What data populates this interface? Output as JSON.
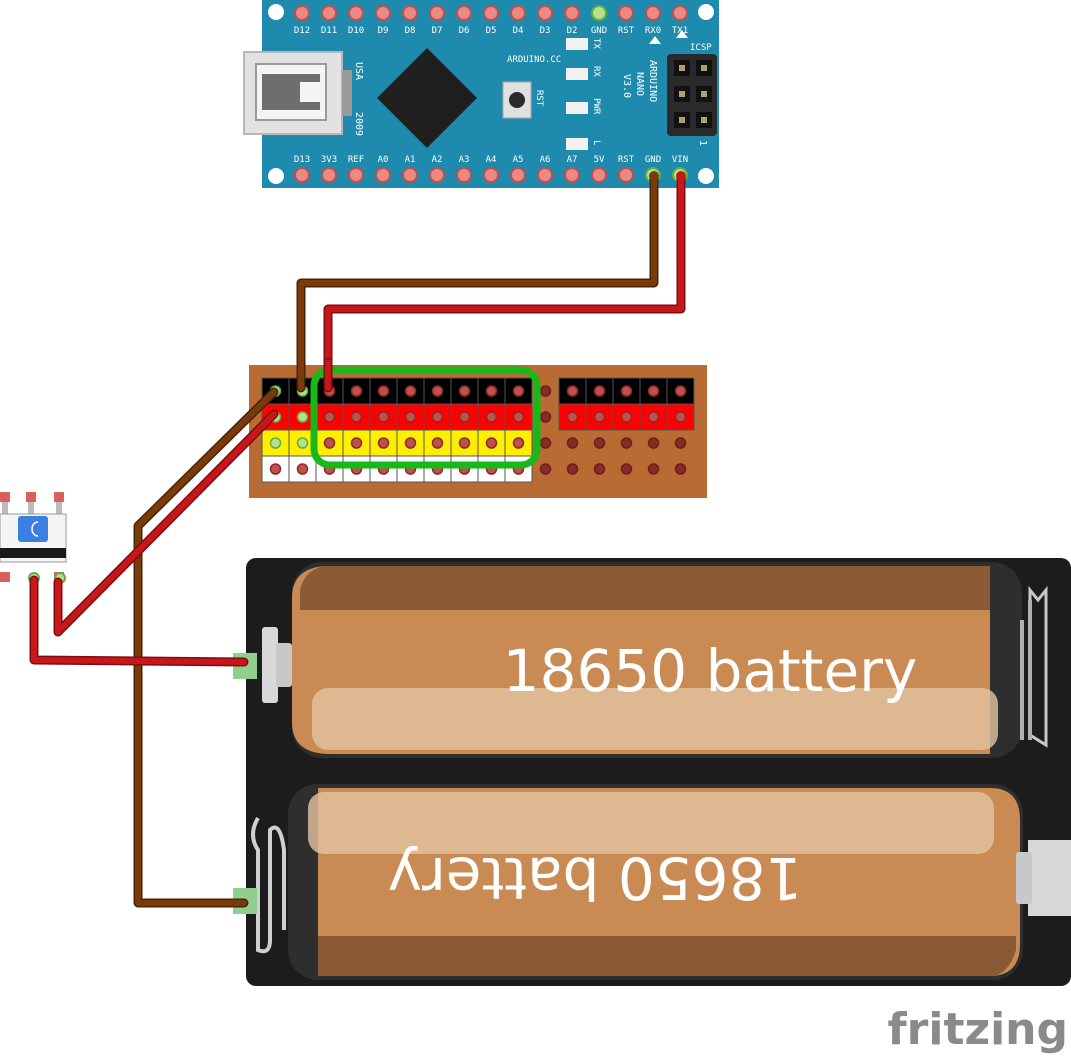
{
  "nano": {
    "top_pins": [
      "D12",
      "D11",
      "D10",
      "D9",
      "D8",
      "D7",
      "D6",
      "D5",
      "D4",
      "D3",
      "D2",
      "GND",
      "RST",
      "RX0",
      "TX1"
    ],
    "bottom_pins": [
      "D13",
      "3V3",
      "REF",
      "A0",
      "A1",
      "A2",
      "A3",
      "A4",
      "A5",
      "A6",
      "A7",
      "5V",
      "RST",
      "GND",
      "VIN"
    ],
    "usa": "USA",
    "year": "2009",
    "site": "ARDUINO.CC",
    "rst": "RST",
    "led_tx": "TX",
    "led_rx": "RX",
    "led_pwr": "PWR",
    "led_l": "L",
    "icsp": "ICSP",
    "name_line1": "ARDUINO",
    "name_line2": "NANO",
    "name_line3": "V3.0",
    "icsp_pin1": "1"
  },
  "battery": {
    "label_top": "18650 battery",
    "label_bottom": "18650 battery"
  },
  "brand": "fritzing",
  "colors": {
    "wire_red": "#c8171b",
    "wire_brown": "#7a3b0a",
    "board_blue": "#1e8aad",
    "perfboard": "#b86c33",
    "highlight_green": "#18b818",
    "holder_black": "#1c1c1c",
    "battery_tan": "#c98a54"
  }
}
